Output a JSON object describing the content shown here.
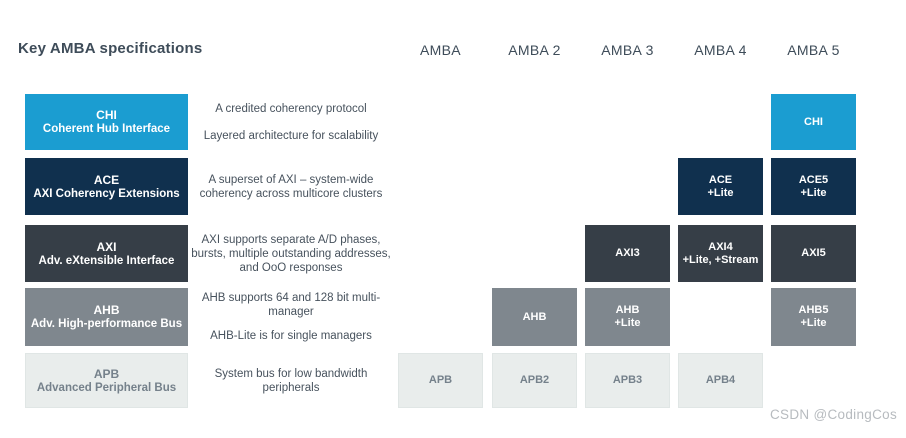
{
  "title": "Key AMBA specifications",
  "watermark": "CSDN @CodingCos",
  "columns": [
    "AMBA",
    "AMBA 2",
    "AMBA 3",
    "AMBA 4",
    "AMBA 5"
  ],
  "colors": {
    "chi_blue": "#1b9dd1",
    "ace_navy": "#10304e",
    "axi_charcoal": "#363e47",
    "ahb_gray": "#7f878e",
    "apb_light": "#e9edec",
    "heading_text": "#3e4c59",
    "description_text": "#47525d",
    "apb_text": "#75818b",
    "watermark_text": "#b7bbbf"
  },
  "rows": [
    {
      "name": "CHI",
      "full_name": "Coherent Hub Interface",
      "descriptions": [
        "A credited coherency protocol",
        "Layered architecture for scalability"
      ],
      "cells": [
        {
          "column": "AMBA 5",
          "label": "CHI"
        }
      ]
    },
    {
      "name": "ACE",
      "full_name": "AXI Coherency Extensions",
      "descriptions": [
        "A superset of AXI – system-wide coherency across multicore clusters"
      ],
      "cells": [
        {
          "column": "AMBA 4",
          "label": "ACE\n+Lite"
        },
        {
          "column": "AMBA 5",
          "label": "ACE5\n+Lite"
        }
      ]
    },
    {
      "name": "AXI",
      "full_name": "Adv. eXtensible Interface",
      "descriptions": [
        "AXI supports separate A/D phases, bursts, multiple outstanding addresses, and OoO responses"
      ],
      "cells": [
        {
          "column": "AMBA 3",
          "label": "AXI3"
        },
        {
          "column": "AMBA 4",
          "label": "AXI4\n+Lite, +Stream"
        },
        {
          "column": "AMBA 5",
          "label": "AXI5"
        }
      ]
    },
    {
      "name": "AHB",
      "full_name": "Adv. High-performance Bus",
      "descriptions": [
        "AHB supports 64 and 128 bit multi-manager",
        "AHB-Lite is for single managers"
      ],
      "cells": [
        {
          "column": "AMBA 2",
          "label": "AHB"
        },
        {
          "column": "AMBA 3",
          "label": "AHB\n+Lite"
        },
        {
          "column": "AMBA 5",
          "label": "AHB5\n+Lite"
        }
      ]
    },
    {
      "name": "APB",
      "full_name": "Advanced Peripheral Bus",
      "descriptions": [
        "System bus for low bandwidth peripherals"
      ],
      "cells": [
        {
          "column": "AMBA",
          "label": "APB"
        },
        {
          "column": "AMBA 2",
          "label": "APB2"
        },
        {
          "column": "AMBA 3",
          "label": "APB3"
        },
        {
          "column": "AMBA 4",
          "label": "APB4"
        }
      ]
    }
  ]
}
